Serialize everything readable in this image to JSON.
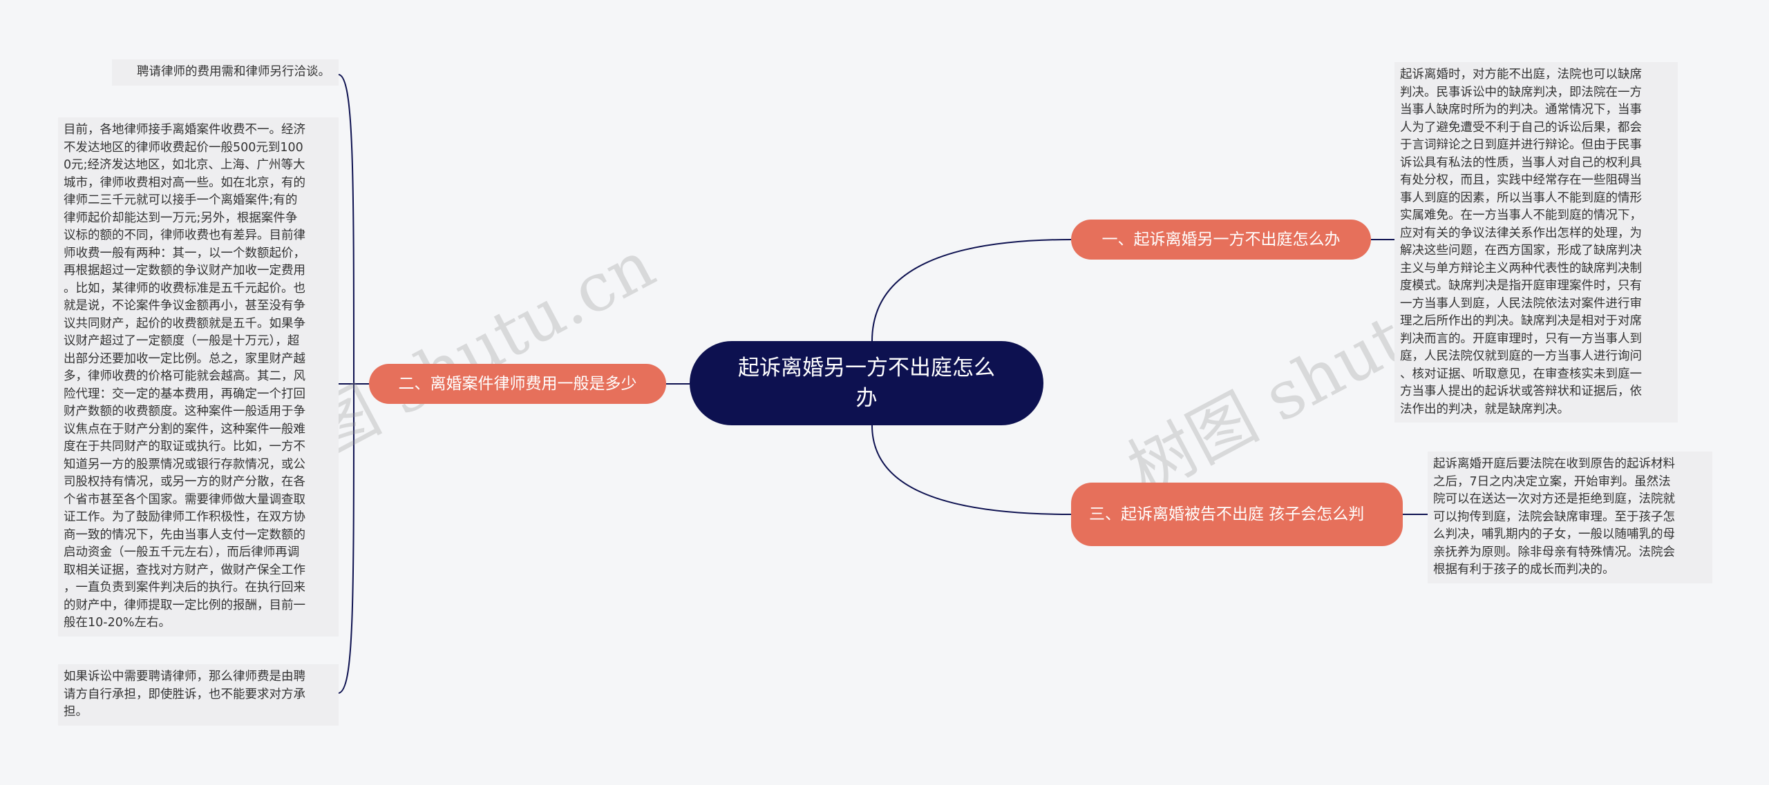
{
  "root": {
    "title": "起诉离婚另一方不出庭怎么办"
  },
  "branches": [
    {
      "label": "一、起诉离婚另一方不出庭怎么办",
      "notes": [
        {
          "lines": [
            "起诉离婚时，对方能不出庭，法院也可以缺席",
            "判决。民事诉讼中的缺席判决，即法院在一方",
            "当事人缺席时所为的判决。通常情况下，当事",
            "人为了避免遭受不利于自己的诉讼后果，都会",
            "于言词辩论之日到庭并进行辩论。但由于民事",
            "诉讼具有私法的性质，当事人对自己的权利具",
            "有处分权，而且，实践中经常存在一些阻碍当",
            "事人到庭的因素，所以当事人不能到庭的情形",
            "实属难免。在一方当事人不能到庭的情况下，",
            "应对有关的争议法律关系作出怎样的处理，为",
            "解决这些问题，在西方国家，形成了缺席判决",
            "主义与单方辩论主义两种代表性的缺席判决制",
            "度模式。缺席判决是指开庭审理案件时，只有",
            "一方当事人到庭，人民法院依法对案件进行审",
            "理之后所作出的判决。缺席判决是相对于对席",
            "判决而言的。开庭审理时，只有一方当事人到",
            "庭，人民法院仅就到庭的一方当事人进行询问",
            "、核对证据、听取意见，在审查核实未到庭一",
            "方当事人提出的起诉状或答辩状和证据后，依",
            "法作出的判决，就是缺席判决。"
          ]
        }
      ]
    },
    {
      "label": "二、离婚案件律师费用一般是多少",
      "notes": [
        {
          "lines": [
            "聘请律师的费用需和律师另行洽谈。"
          ]
        },
        {
          "lines": [
            "目前，各地律师接手离婚案件收费不一。经济",
            "不发达地区的律师收费起价一般500元到100",
            "0元;经济发达地区，如北京、上海、广州等大",
            "城市，律师收费相对高一些。如在北京，有的",
            "律师二三千元就可以接手一个离婚案件;有的",
            "律师起价却能达到一万元;另外，根据案件争",
            "议标的额的不同，律师收费也有差异。目前律",
            "师收费一般有两种：其一，以一个数额起价，",
            "再根据超过一定数额的争议财产加收一定费用",
            "。比如，某律师的收费标准是五千元起价。也",
            "就是说，不论案件争议金额再小，甚至没有争",
            "议共同财产，起价的收费额就是五千。如果争",
            "议财产超过了一定额度（一般是十万元），超",
            "出部分还要加收一定比例。总之，家里财产越",
            "多，律师收费的价格可能就会越高。其二，风",
            "险代理：交一定的基本费用，再确定一个打回",
            "财产数额的收费额度。这种案件一般适用于争",
            "议焦点在于财产分割的案件，这种案件一般难",
            "度在于共同财产的取证或执行。比如，一方不",
            "知道另一方的股票情况或银行存款情况，或公",
            "司股权持有情况，或另一方的财产分散，在各",
            "个省市甚至各个国家。需要律师做大量调查取",
            "证工作。为了鼓励律师工作积极性，在双方协",
            "商一致的情况下，先由当事人支付一定数额的",
            "启动资金（一般五千元左右），而后律师再调",
            "取相关证据，查找对方财产，做财产保全工作",
            "，一直负责到案件判决后的执行。在执行回来",
            "的财产中，律师提取一定比例的报酬，目前一",
            "般在10-20%左右。"
          ]
        },
        {
          "lines": [
            "如果诉讼中需要聘请律师，那么律师费是由聘",
            "请方自行承担，即使胜诉，也不能要求对方承",
            "担。"
          ]
        }
      ]
    },
    {
      "label": "三、起诉离婚被告不出庭 孩子会怎么判",
      "notes": [
        {
          "lines": [
            "起诉离婚开庭后要法院在收到原告的起诉材料",
            "之后，7日之内决定立案，开始审判。虽然法",
            "院可以在送达一次对方还是拒绝到庭，法院就",
            "可以拘传到庭，法院会缺席审理。至于孩子怎",
            "么判决，哺乳期内的子女，一般以随哺乳的母",
            "亲抚养为原则。除非母亲有特殊情况。法院会",
            "根据有利于孩子的成长而判决的。"
          ]
        }
      ]
    }
  ],
  "watermark": {
    "text1": "树图 shutu.cn",
    "text2": "树图 shutu.cn"
  },
  "colors": {
    "root": "#0d1150",
    "branch": "#e6705b",
    "line": "#0d1150",
    "leaf_bg": "#eeeef0",
    "background": "#f5f6f8"
  }
}
